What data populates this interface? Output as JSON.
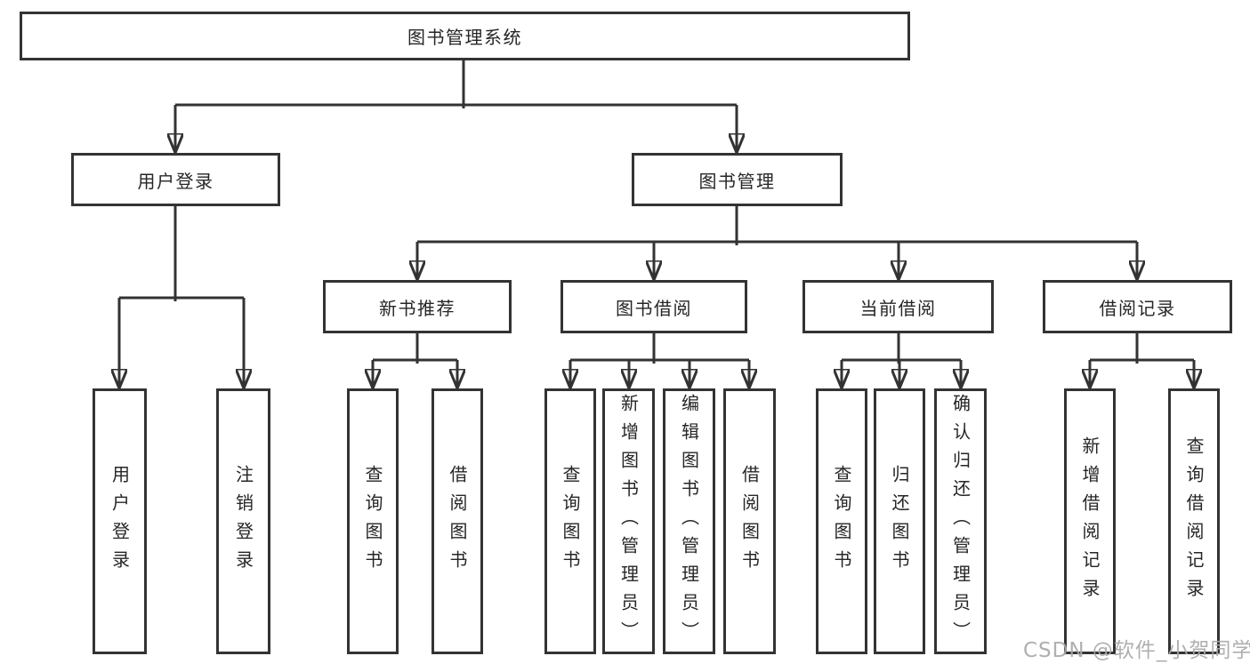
{
  "colors": {
    "line": "#333333",
    "box_border": "#333333",
    "text": "#262626",
    "watermark": "#a8a8a8",
    "background": "#ffffff"
  },
  "tree": {
    "root": {
      "label": "图书管理系统"
    },
    "branches": [
      {
        "label": "用户登录",
        "children": [
          {
            "label": "用户登录"
          },
          {
            "label": "注销登录"
          }
        ]
      },
      {
        "label": "图书管理",
        "children": [
          {
            "label": "新书推荐",
            "children": [
              {
                "label": "查询图书"
              },
              {
                "label": "借阅图书"
              }
            ]
          },
          {
            "label": "图书借阅",
            "children": [
              {
                "label": "查询图书"
              },
              {
                "label": "新增图书（管理员）"
              },
              {
                "label": "编辑图书（管理员）"
              },
              {
                "label": "借阅图书"
              }
            ]
          },
          {
            "label": "当前借阅",
            "children": [
              {
                "label": "查询图书"
              },
              {
                "label": "归还图书"
              },
              {
                "label": "确认归还（管理员）"
              }
            ]
          },
          {
            "label": "借阅记录",
            "children": [
              {
                "label": "新增借阅记录"
              },
              {
                "label": "查询借阅记录"
              }
            ]
          }
        ]
      }
    ]
  },
  "watermark": {
    "text": "CSDN @软件_小贺同学"
  }
}
